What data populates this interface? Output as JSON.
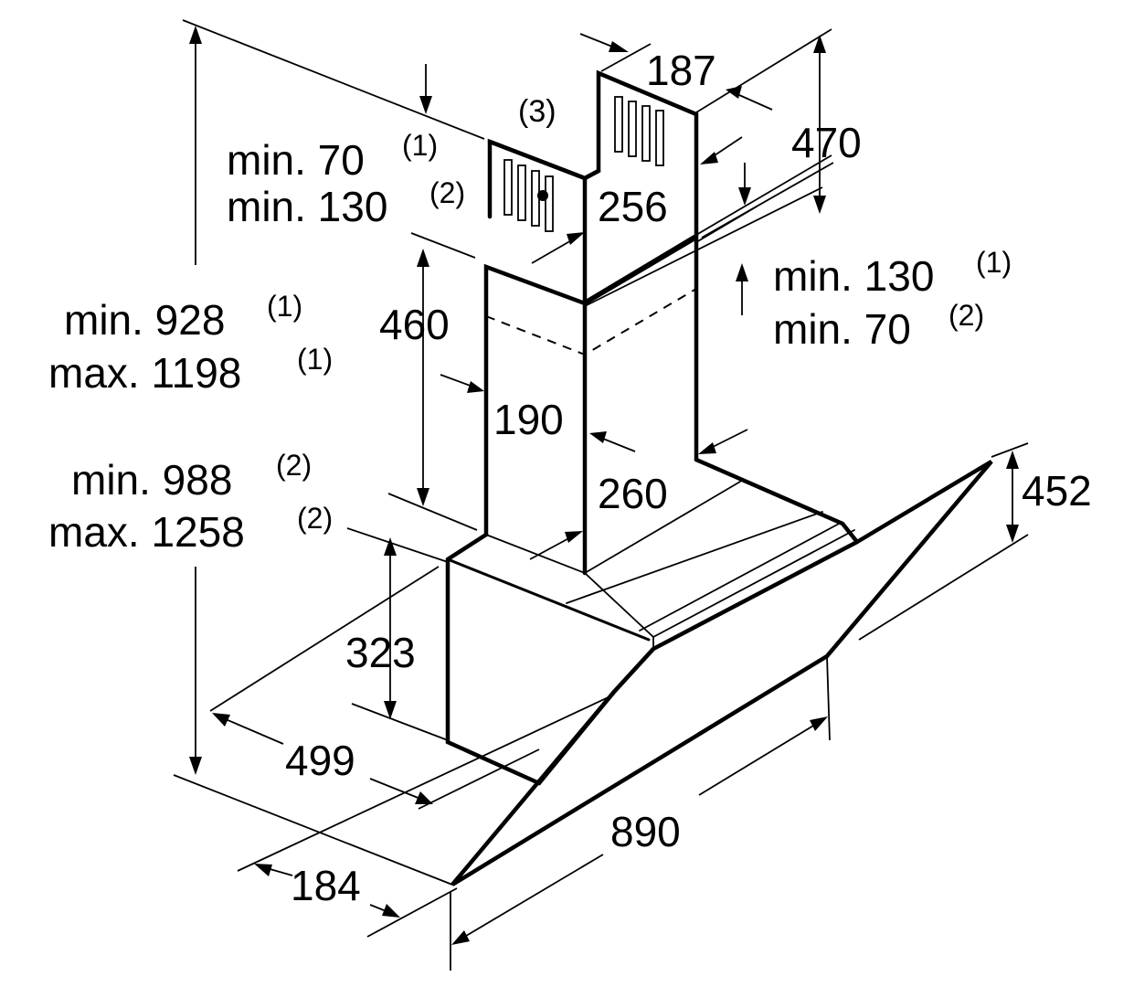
{
  "labels": {
    "d187": "187",
    "d470": "470",
    "d256": "256",
    "note3": "(3)",
    "top_min70": "min. 70",
    "top_min70_sup": "(1)",
    "top_min130": "min. 130",
    "top_min130_sup": "(2)",
    "right_min130": "min. 130",
    "right_min130_sup": "(1)",
    "right_min70": "min. 70",
    "right_min70_sup": "(2)",
    "min928": "min. 928",
    "min928_sup": "(1)",
    "max1198": "max. 1198",
    "max1198_sup": "(1)",
    "min988": "min. 988",
    "min988_sup": "(2)",
    "max1258": "max. 1258",
    "max1258_sup": "(2)",
    "d460": "460",
    "d190": "190",
    "d260": "260",
    "d452": "452",
    "d323": "323",
    "d499": "499",
    "d890": "890",
    "d184": "184"
  }
}
